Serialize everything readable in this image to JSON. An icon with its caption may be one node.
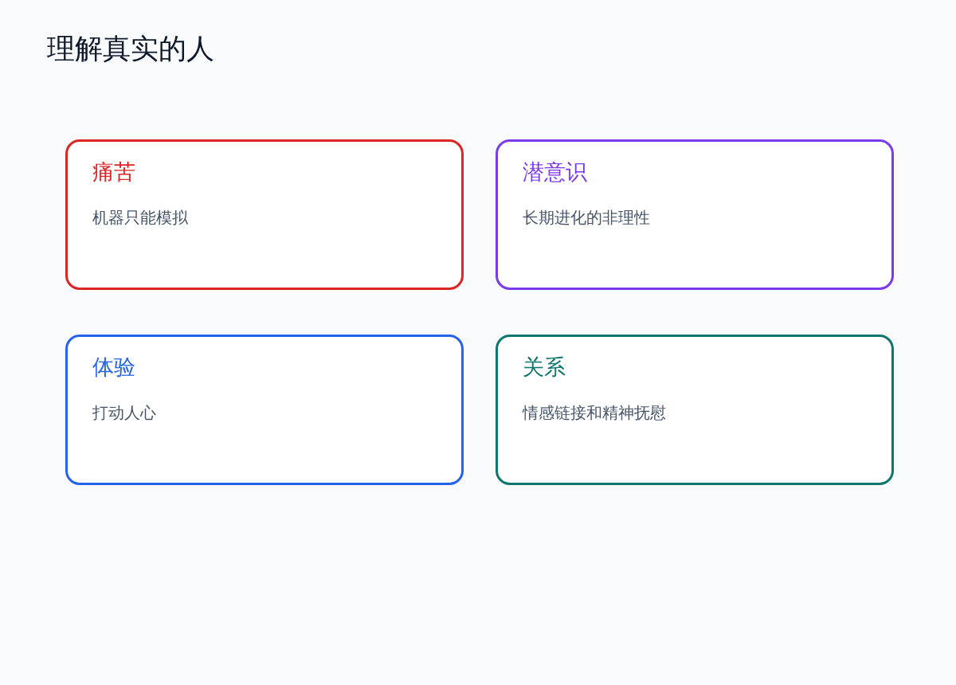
{
  "diagram": {
    "title": "理解真实的人",
    "nodes": [
      {
        "text": [
          "痛苦",
          "机器只能模拟"
        ]
      },
      {
        "text": [
          "潜意识",
          "长期进化的非理性"
        ]
      },
      {
        "text": [
          "体验",
          "打动人心"
        ]
      },
      {
        "text": [
          "关系",
          "情感链接和精神抚慰"
        ]
      }
    ]
  }
}
